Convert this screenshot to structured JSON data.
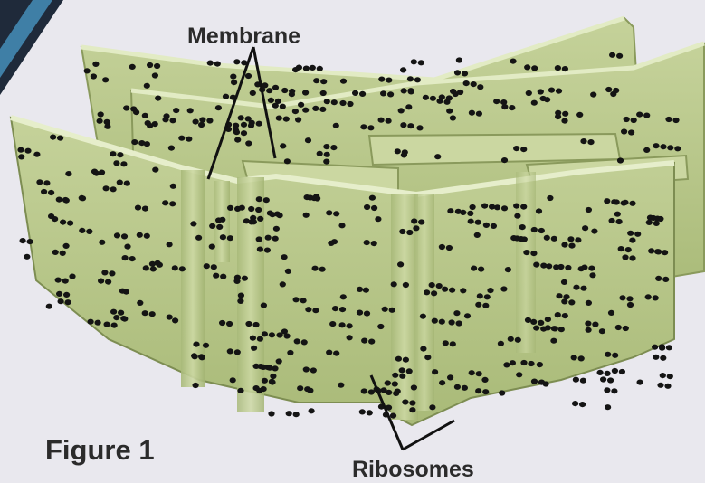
{
  "labels": {
    "membrane": "Membrane",
    "ribosomes": "Ribosomes",
    "figure": "Figure 1"
  },
  "colors": {
    "background": "#e9e8ee",
    "membrane_fill": "#b9c98e",
    "membrane_dark": "#8a9a5c",
    "ribosome": "#141414",
    "accent_corner": "#3f7fa6"
  }
}
